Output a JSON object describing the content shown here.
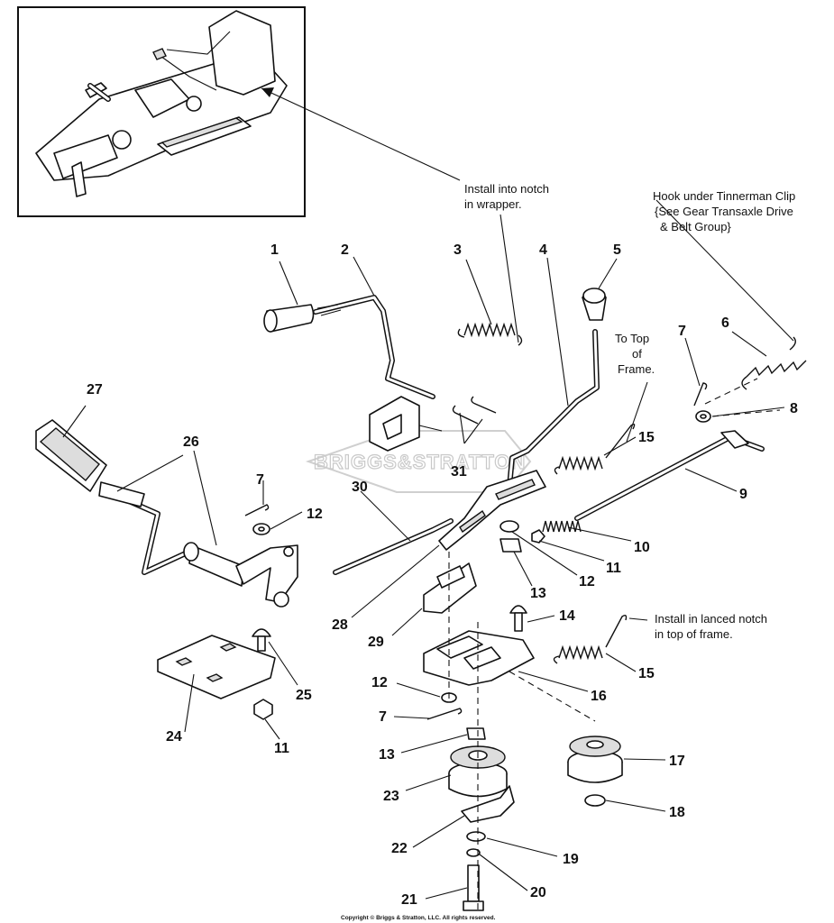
{
  "callouts": {
    "c1": "1",
    "c2": "2",
    "c3": "3",
    "c4": "4",
    "c5": "5",
    "c6": "6",
    "c7a": "7",
    "c7b": "7",
    "c7c": "7",
    "c8": "8",
    "c9": "9",
    "c10": "10",
    "c11a": "11",
    "c11b": "11",
    "c12a": "12",
    "c12b": "12",
    "c12c": "12",
    "c13a": "13",
    "c13b": "13",
    "c14": "14",
    "c15a": "15",
    "c15b": "15",
    "c16": "16",
    "c17": "17",
    "c18": "18",
    "c19": "19",
    "c20": "20",
    "c21": "21",
    "c22": "22",
    "c23": "23",
    "c24": "24",
    "c25": "25",
    "c26": "26",
    "c27": "27",
    "c28": "28",
    "c29": "29",
    "c30": "30",
    "c31": "31"
  },
  "notes": {
    "notch_line1": "Install into notch",
    "notch_line2": "in wrapper.",
    "hook_line1": "Hook under Tinnerman Clip",
    "hook_line2": "{See Gear Transaxle Drive",
    "hook_line3": "& Belt Group}",
    "top_line1": "To Top",
    "top_line2": "of",
    "top_line3": "Frame.",
    "lanced_line1": "Install in lanced notch",
    "lanced_line2": "in top of frame."
  },
  "watermark": "BRIGGS&STRATTON",
  "copyright": "Copyright © Briggs & Stratton, LLC. All rights reserved."
}
